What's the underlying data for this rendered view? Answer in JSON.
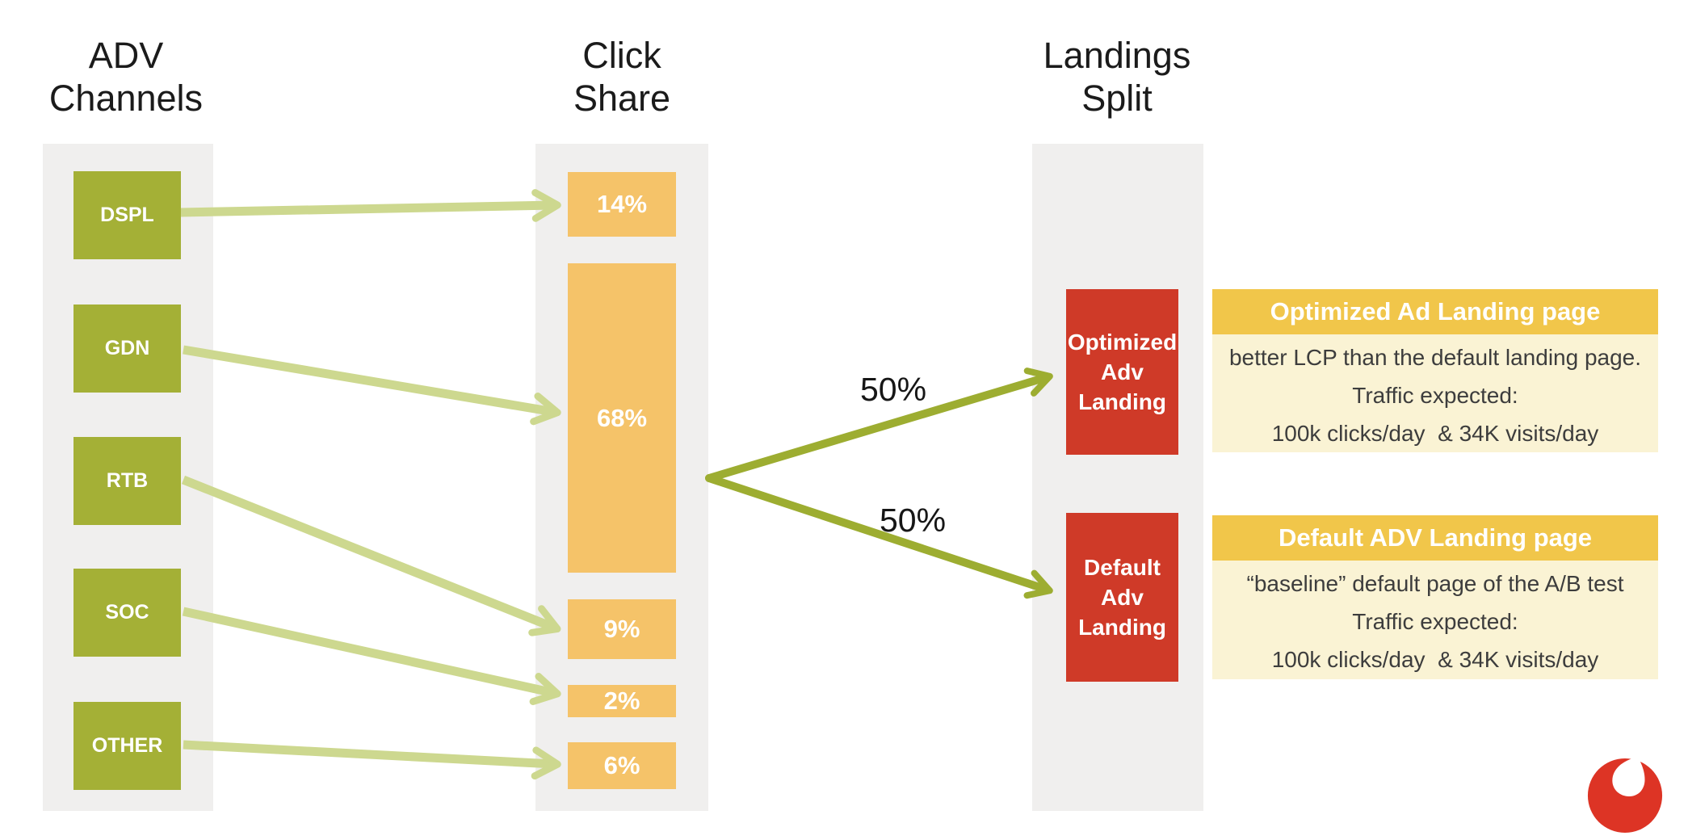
{
  "colors": {
    "column_bg": "#f0efee",
    "channel_green": "#a4b036",
    "share_orange": "#f5c369",
    "landing_red": "#cf3a28",
    "panel_gold": "#f1c64a",
    "panel_cream": "#faf3d4",
    "arrow_light": "#cdd88f",
    "arrow_dark": "#9dad31",
    "title_text": "#1b1b1b",
    "body_text": "#3d3d3d",
    "logo_red": "#dd3425"
  },
  "headers": {
    "adv_channels": [
      "ADV",
      "Channels"
    ],
    "click_share": [
      "Click",
      "Share"
    ],
    "landings_split": [
      "Landings",
      "Split"
    ]
  },
  "channels": [
    {
      "label": "DSPL"
    },
    {
      "label": "GDN"
    },
    {
      "label": "RTB"
    },
    {
      "label": "SOC"
    },
    {
      "label": "OTHER"
    }
  ],
  "click_shares": [
    {
      "label": "14%",
      "value": 14
    },
    {
      "label": "68%",
      "value": 68
    },
    {
      "label": "9%",
      "value": 9
    },
    {
      "label": "2%",
      "value": 2
    },
    {
      "label": "6%",
      "value": 6
    }
  ],
  "split_labels": {
    "upper": "50%",
    "lower": "50%"
  },
  "landings": [
    {
      "lines": [
        "Optimized",
        "Adv",
        "Landing"
      ]
    },
    {
      "lines": [
        "Default",
        "Adv",
        "Landing"
      ]
    }
  ],
  "panels": [
    {
      "title": "Optimized Ad Landing page",
      "lines": [
        "better LCP than the default landing page.",
        "Traffic expected:",
        "100k clicks/day  & 34K visits/day"
      ]
    },
    {
      "title": "Default ADV Landing page",
      "lines": [
        "“baseline” default page of the A/B test",
        "Traffic expected:",
        "100k clicks/day  & 34K visits/day"
      ]
    }
  ],
  "logo": {
    "name": "vodafone-logo"
  }
}
